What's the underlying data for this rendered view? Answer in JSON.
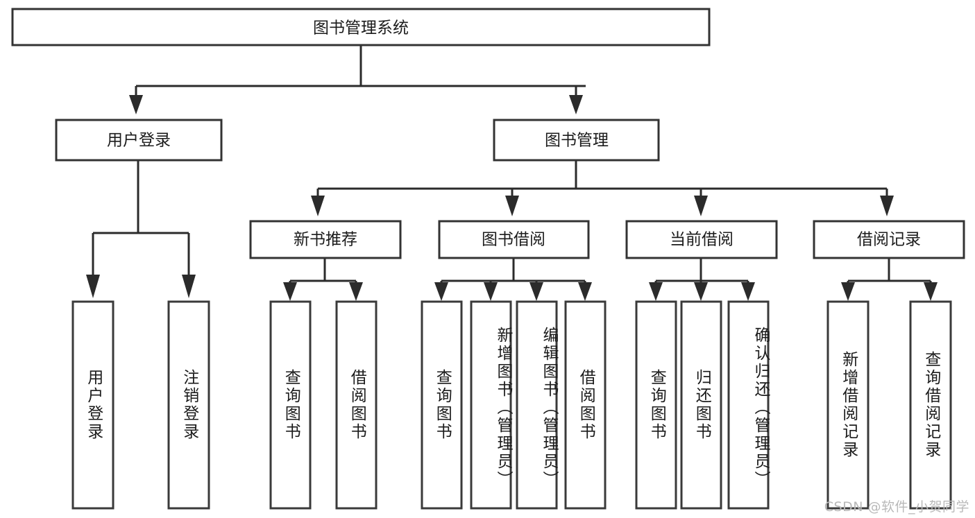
{
  "diagram": {
    "title": "图书管理系统",
    "type": "tree",
    "root": {
      "id": "root",
      "label": "图书管理系统",
      "orientation": "horizontal"
    },
    "level2": [
      {
        "id": "user-login",
        "label": "用户登录",
        "orientation": "horizontal"
      },
      {
        "id": "book-manage",
        "label": "图书管理",
        "orientation": "horizontal"
      }
    ],
    "level3": [
      {
        "id": "new-book-recommend",
        "label": "新书推荐",
        "parent": "book-manage",
        "orientation": "horizontal"
      },
      {
        "id": "book-borrow",
        "label": "图书借阅",
        "parent": "book-manage",
        "orientation": "horizontal"
      },
      {
        "id": "current-borrow",
        "label": "当前借阅",
        "parent": "book-manage",
        "orientation": "horizontal"
      },
      {
        "id": "borrow-record",
        "label": "借阅记录",
        "parent": "book-manage",
        "orientation": "horizontal"
      }
    ],
    "leaves": [
      {
        "id": "leaf-user-login",
        "label": "用户登录",
        "parent": "user-login",
        "orientation": "vertical"
      },
      {
        "id": "leaf-user-logout",
        "label": "注销登录",
        "parent": "user-login",
        "orientation": "vertical"
      },
      {
        "id": "leaf-query-book-1",
        "label": "查询图书",
        "parent": "new-book-recommend",
        "orientation": "vertical"
      },
      {
        "id": "leaf-borrow-book-1",
        "label": "借阅图书",
        "parent": "new-book-recommend",
        "orientation": "vertical"
      },
      {
        "id": "leaf-query-book-2",
        "label": "查询图书",
        "parent": "book-borrow",
        "orientation": "vertical"
      },
      {
        "id": "leaf-add-book",
        "label": "新增图书（管理员）",
        "parent": "book-borrow",
        "orientation": "vertical"
      },
      {
        "id": "leaf-edit-book",
        "label": "编辑图书（管理员）",
        "parent": "book-borrow",
        "orientation": "vertical"
      },
      {
        "id": "leaf-borrow-book-2",
        "label": "借阅图书",
        "parent": "book-borrow",
        "orientation": "vertical"
      },
      {
        "id": "leaf-query-book-3",
        "label": "查询图书",
        "parent": "current-borrow",
        "orientation": "vertical"
      },
      {
        "id": "leaf-return-book",
        "label": "归还图书",
        "parent": "current-borrow",
        "orientation": "vertical"
      },
      {
        "id": "leaf-confirm-return",
        "label": "确认归还（管理员）",
        "parent": "current-borrow",
        "orientation": "vertical"
      },
      {
        "id": "leaf-add-record",
        "label": "新增借阅记录",
        "parent": "borrow-record",
        "orientation": "vertical"
      },
      {
        "id": "leaf-query-record",
        "label": "查询借阅记录",
        "parent": "borrow-record",
        "orientation": "vertical"
      }
    ],
    "colors": {
      "box_stroke": "#333333",
      "box_fill": "#ffffff",
      "connector": "#2b2b2b",
      "text": "#1b1b1b",
      "watermark": "#b9b9b9",
      "background": "#ffffff"
    }
  },
  "watermark": {
    "text": "CSDN @软件_小贺同学"
  }
}
